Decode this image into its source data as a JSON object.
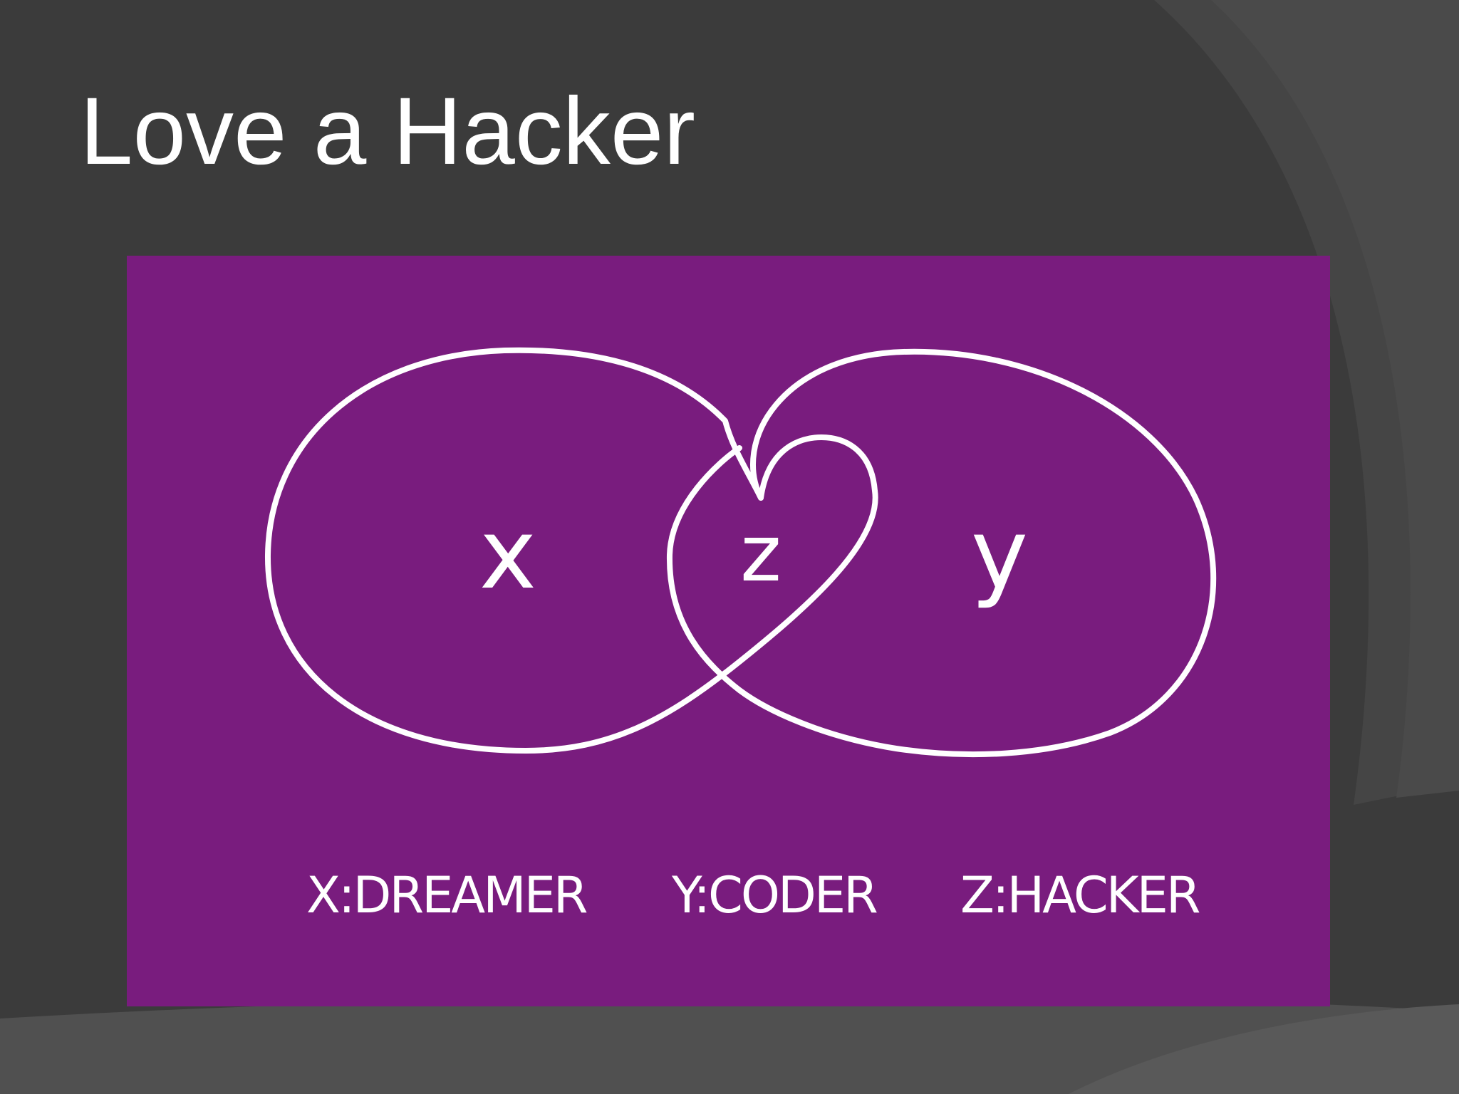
{
  "slide": {
    "title": "Love a Hacker"
  },
  "diagram": {
    "letters": {
      "x": "x",
      "z": "z",
      "y": "y"
    },
    "legend": {
      "x": "X:DREAMER",
      "y": "Y:CODER",
      "z": "Z:HACKER"
    }
  },
  "colors": {
    "background": "#3b3b3b",
    "panel": "#791c7e",
    "lines": "#ffffff",
    "title": "#ffffff"
  }
}
